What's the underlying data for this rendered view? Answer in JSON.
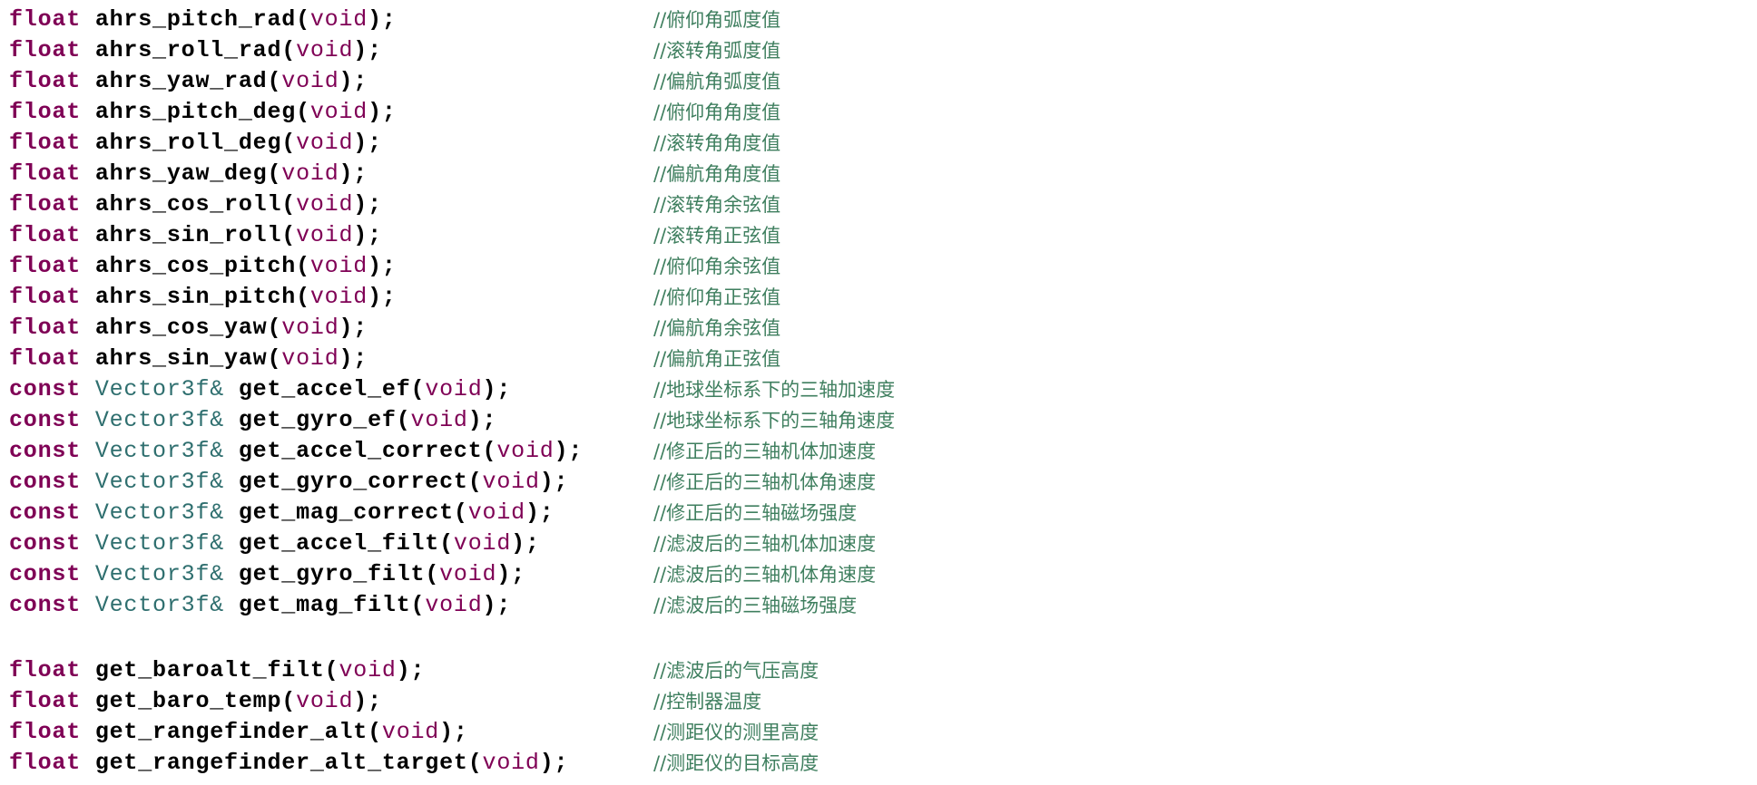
{
  "colors": {
    "keyword": "#7F0055",
    "type": "#2F6F6F",
    "comment": "#3F7F5F"
  },
  "block1": [
    {
      "kw": "float",
      "type": "",
      "name": "ahrs_pitch_rad",
      "arg": "void",
      "comment": "//俯仰角弧度值"
    },
    {
      "kw": "float",
      "type": "",
      "name": "ahrs_roll_rad",
      "arg": "void",
      "comment": "//滚转角弧度值"
    },
    {
      "kw": "float",
      "type": "",
      "name": "ahrs_yaw_rad",
      "arg": "void",
      "comment": "//偏航角弧度值"
    },
    {
      "kw": "float",
      "type": "",
      "name": "ahrs_pitch_deg",
      "arg": "void",
      "comment": "//俯仰角角度值"
    },
    {
      "kw": "float",
      "type": "",
      "name": "ahrs_roll_deg",
      "arg": "void",
      "comment": "//滚转角角度值"
    },
    {
      "kw": "float",
      "type": "",
      "name": "ahrs_yaw_deg",
      "arg": "void",
      "comment": "//偏航角角度值"
    },
    {
      "kw": "float",
      "type": "",
      "name": "ahrs_cos_roll",
      "arg": "void",
      "comment": "//滚转角余弦值"
    },
    {
      "kw": "float",
      "type": "",
      "name": "ahrs_sin_roll",
      "arg": "void",
      "comment": "//滚转角正弦值"
    },
    {
      "kw": "float",
      "type": "",
      "name": "ahrs_cos_pitch",
      "arg": "void",
      "comment": "//俯仰角余弦值"
    },
    {
      "kw": "float",
      "type": "",
      "name": "ahrs_sin_pitch",
      "arg": "void",
      "comment": "//俯仰角正弦值"
    },
    {
      "kw": "float",
      "type": "",
      "name": "ahrs_cos_yaw",
      "arg": "void",
      "comment": "//偏航角余弦值"
    },
    {
      "kw": "float",
      "type": "",
      "name": "ahrs_sin_yaw",
      "arg": "void",
      "comment": "//偏航角正弦值"
    },
    {
      "kw": "const",
      "type": "Vector3f&",
      "name": "get_accel_ef",
      "arg": "void",
      "comment": "//地球坐标系下的三轴加速度"
    },
    {
      "kw": "const",
      "type": "Vector3f&",
      "name": "get_gyro_ef",
      "arg": "void",
      "comment": "//地球坐标系下的三轴角速度"
    },
    {
      "kw": "const",
      "type": "Vector3f&",
      "name": "get_accel_correct",
      "arg": "void",
      "comment": "//修正后的三轴机体加速度"
    },
    {
      "kw": "const",
      "type": "Vector3f&",
      "name": "get_gyro_correct",
      "arg": "void",
      "comment": "//修正后的三轴机体角速度"
    },
    {
      "kw": "const",
      "type": "Vector3f&",
      "name": "get_mag_correct",
      "arg": "void",
      "comment": "//修正后的三轴磁场强度"
    },
    {
      "kw": "const",
      "type": "Vector3f&",
      "name": "get_accel_filt",
      "arg": "void",
      "comment": "//滤波后的三轴机体加速度"
    },
    {
      "kw": "const",
      "type": "Vector3f&",
      "name": "get_gyro_filt",
      "arg": "void",
      "comment": "//滤波后的三轴机体角速度"
    },
    {
      "kw": "const",
      "type": "Vector3f&",
      "name": "get_mag_filt",
      "arg": "void",
      "comment": "//滤波后的三轴磁场强度"
    }
  ],
  "block2": [
    {
      "kw": "float",
      "type": "",
      "name": "get_baroalt_filt",
      "arg": "void",
      "comment": "//滤波后的气压高度"
    },
    {
      "kw": "float",
      "type": "",
      "name": "get_baro_temp",
      "arg": "void",
      "comment": "//控制器温度"
    },
    {
      "kw": "float",
      "type": "",
      "name": "get_rangefinder_alt",
      "arg": "void",
      "comment": "//测距仪的测里高度"
    },
    {
      "kw": "float",
      "type": "",
      "name": "get_rangefinder_alt_target",
      "arg": "void",
      "comment": "//测距仪的目标高度"
    }
  ]
}
